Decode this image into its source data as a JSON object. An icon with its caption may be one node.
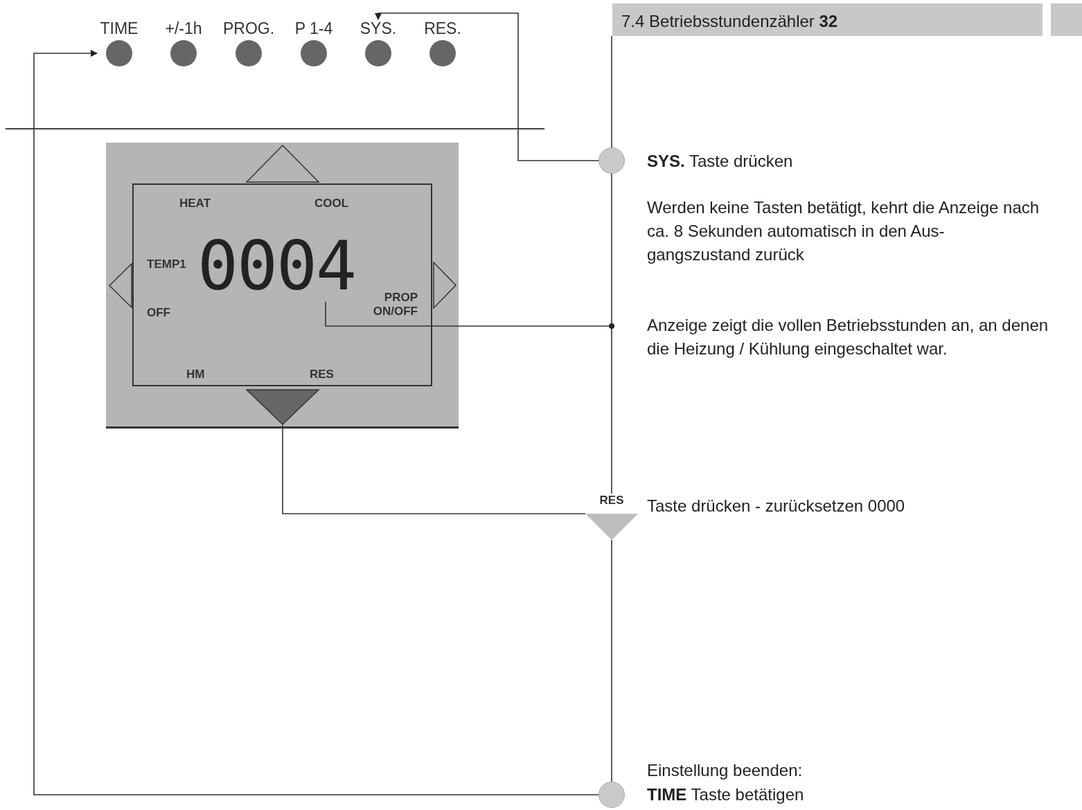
{
  "diagram": {
    "nodes": [
      {
        "text": [
          "TIME"
        ]
      },
      {
        "text": [
          "+/-1h"
        ]
      },
      {
        "text": [
          "PROG."
        ]
      },
      {
        "text": [
          "P 1-4"
        ]
      },
      {
        "text": [
          "SYS."
        ]
      },
      {
        "text": [
          "RES."
        ]
      },
      {
        "text": [],
        "shape": "box"
      },
      {
        "text": [
          "HEAT",
          "COOL",
          "TEMP1",
          "0004",
          "OFF",
          "PROP ON/OFF",
          "HM",
          "RES"
        ],
        "in": 6
      },
      {
        "text": [],
        "shape": "triangle",
        "in": 6
      },
      {
        "text": [],
        "shape": "triangle",
        "in": 6
      },
      {
        "text": [],
        "shape": "triangle",
        "in": 6
      },
      {
        "text": [],
        "shape": "triangle",
        "in": 6
      },
      {
        "text": [],
        "shape": "circle",
        "beside": [
          "**SYS.** Taste drücken",
          "Werden keine Tasten betätigt, kehrt die Anzeige nach ca. 8 Sekunden automatisch in den Aus-gangszustand zurück"
        ]
      },
      {
        "text": [],
        "shape": "dot",
        "beside": [
          "Anzeige zeigt die vollen Betriebsstunden an, an denen die Heizung / Kühlung eingeschaltet war."
        ]
      },
      {
        "text": [
          "RES"
        ],
        "beside": [
          "Taste drücken - zurücksetzen 0000"
        ]
      },
      {
        "text": [],
        "shape": "circle",
        "beside": [
          "Einstellung beenden:",
          "**TIME** Taste betätigen"
        ]
      },
      {
        "text": [
          "7.4 Betriebsstundenzähler **32**"
        ]
      }
    ],
    "edges": [
      {
        "from": 12,
        "to": 4,
        "arrow": "to"
      },
      {
        "from": 15,
        "to": 0,
        "arrow": "to"
      },
      {
        "from": 11,
        "to": 14,
        "arrow": "none"
      },
      {
        "from": 7,
        "to": 13,
        "arrow": "none"
      },
      {
        "from": 12,
        "to": 13,
        "arrow": "none"
      },
      {
        "from": 13,
        "to": 14,
        "arrow": "none"
      },
      {
        "from": 14,
        "to": 15,
        "arrow": "none"
      },
      {
        "from": 16,
        "to": 12,
        "arrow": "none"
      }
    ]
  }
}
